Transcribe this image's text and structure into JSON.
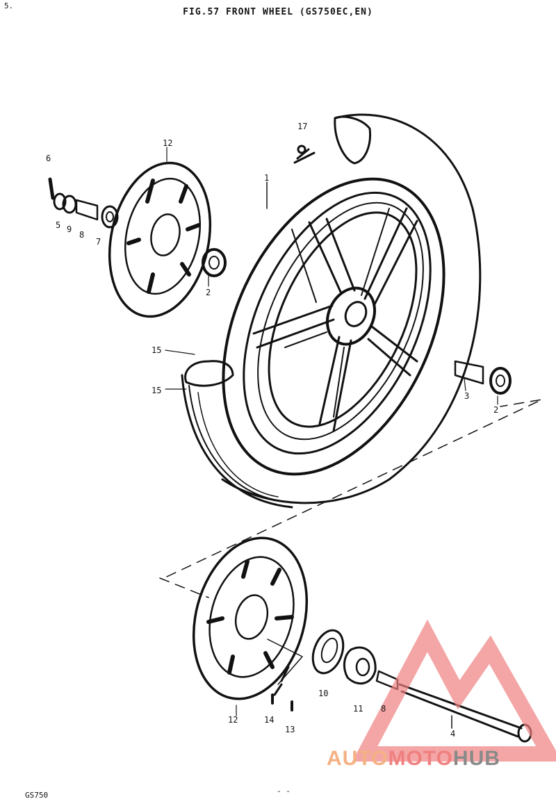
{
  "figure": {
    "title": "FIG.57  FRONT WHEEL (GS750EC,EN)",
    "corner_mark": "5.",
    "footer_left": "GS750",
    "footer_center": "- -"
  },
  "callouts": {
    "c17": "17",
    "c12a": "12",
    "c6": "6",
    "c5": "5",
    "c9": "9",
    "c8a": "8",
    "c7": "7",
    "c1": "1",
    "c2a": "2",
    "c15a": "15",
    "c15b": "15",
    "c3": "3",
    "c2b": "2",
    "c12b": "12",
    "c14": "14",
    "c13": "13",
    "c10": "10",
    "c11": "11",
    "c8b": "8",
    "c4": "4"
  },
  "watermark": {
    "part1": "AUTO",
    "part2": "MOTO",
    "part3": "HUB",
    "colors": {
      "orange": "#f4b183",
      "red": "#f08080",
      "gray": "#8a8a8a"
    }
  }
}
